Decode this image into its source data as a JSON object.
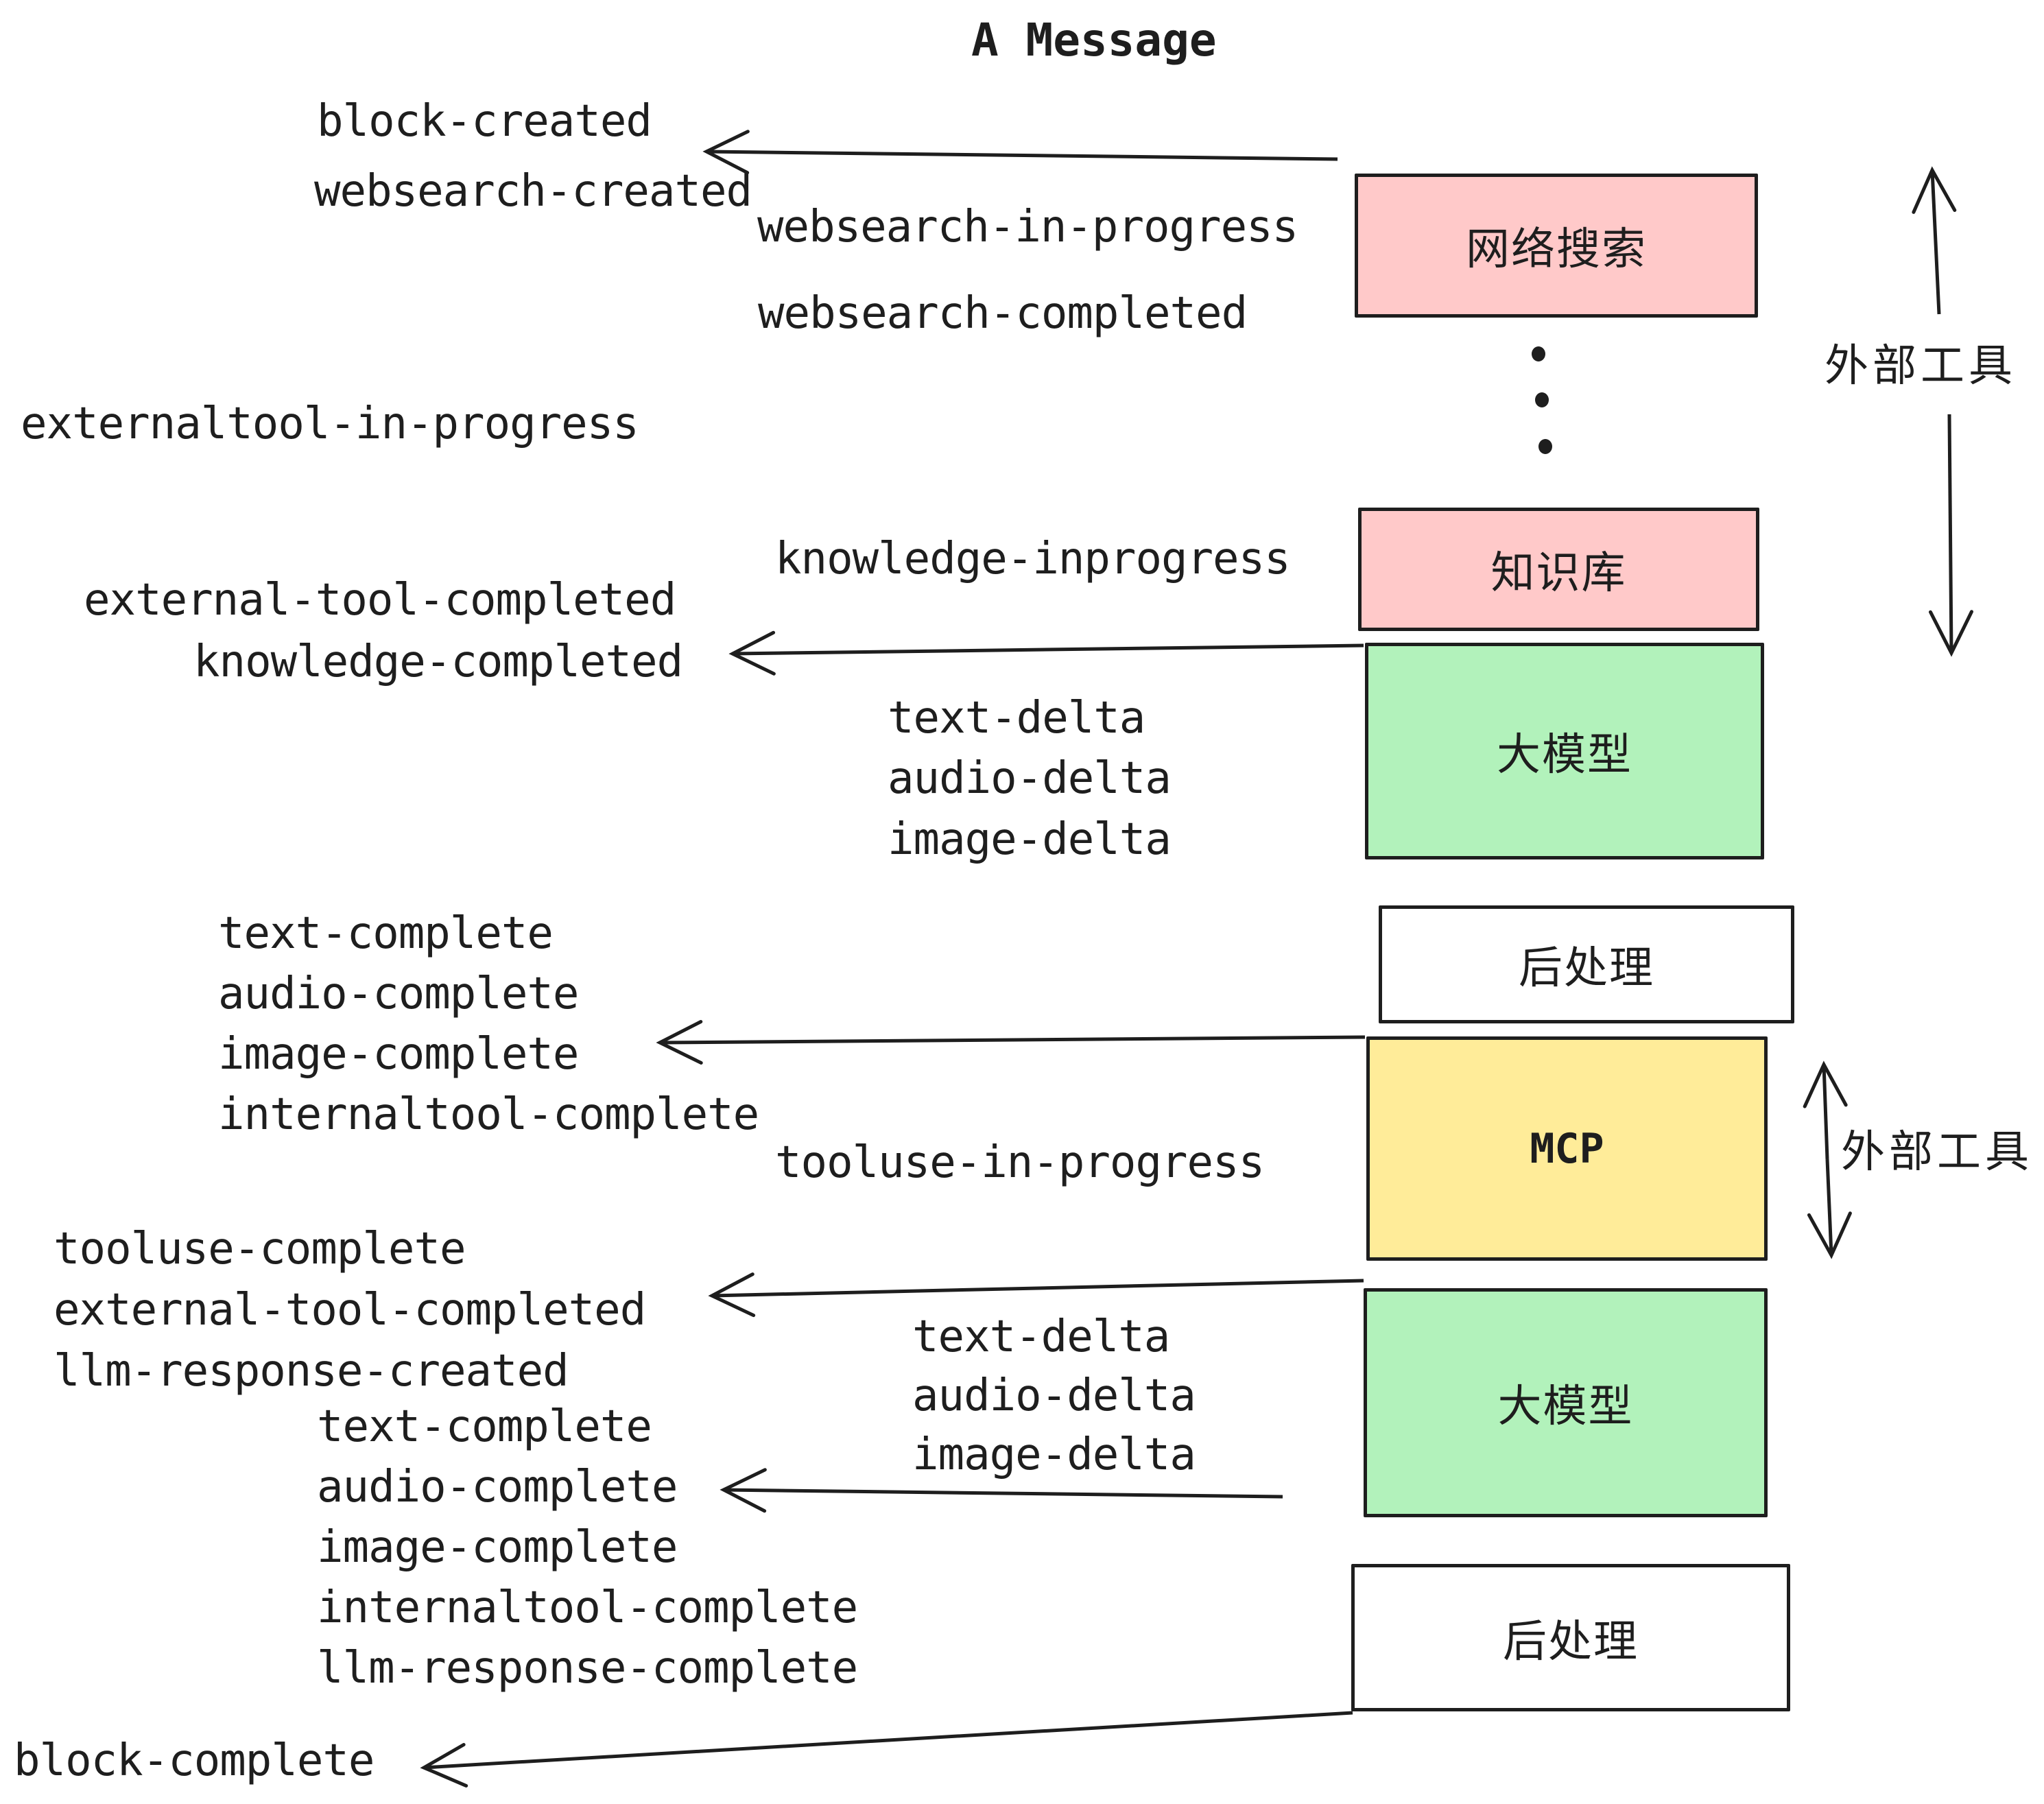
{
  "title": "A Message",
  "palette": {
    "pink": "#ffc9c9",
    "green": "#b2f2bb",
    "yellow": "#ffec99",
    "white": "#ffffff",
    "ink": "#1e1e1e"
  },
  "nodes": {
    "websearch": {
      "label": "网络搜索",
      "color": "pink"
    },
    "knowledge": {
      "label": "知识库",
      "color": "pink"
    },
    "llm_top": {
      "label": "大模型",
      "color": "green"
    },
    "post_top": {
      "label": "后处理",
      "color": "white"
    },
    "mcp": {
      "label": "MCP",
      "color": "yellow"
    },
    "llm_bottom": {
      "label": "大模型",
      "color": "green"
    },
    "post_bottom": {
      "label": "后处理",
      "color": "white"
    }
  },
  "annotations": {
    "external_tools_top": "外部工具",
    "external_tools_mid": "外部工具"
  },
  "events": {
    "block_created": "block-created",
    "websearch_created": "websearch-created",
    "websearch_in_progress": "websearch-in-progress",
    "websearch_completed": "websearch-completed",
    "externaltool_in_progress": "externaltool-in-progress",
    "knowledge_inprogress": "knowledge-inprogress",
    "external_tool_completed_1": "external-tool-completed",
    "knowledge_completed": "knowledge-completed",
    "text_delta_1": "text-delta",
    "audio_delta_1": "audio-delta",
    "image_delta_1": "image-delta",
    "text_complete_1": "text-complete",
    "audio_complete_1": "audio-complete",
    "image_complete_1": "image-complete",
    "internaltool_complete_1": "internaltool-complete",
    "tooluse_in_progress": "tooluse-in-progress",
    "tooluse_complete": "tooluse-complete",
    "external_tool_completed_2": "external-tool-completed",
    "llm_response_created": "llm-response-created",
    "text_delta_2": "text-delta",
    "audio_delta_2": "audio-delta",
    "image_delta_2": "image-delta",
    "text_complete_2": "text-complete",
    "audio_complete_2": "audio-complete",
    "image_complete_2": "image-complete",
    "internaltool_complete_2": "internaltool-complete",
    "llm_response_complete": "llm-response-complete",
    "block_complete": "block-complete"
  }
}
